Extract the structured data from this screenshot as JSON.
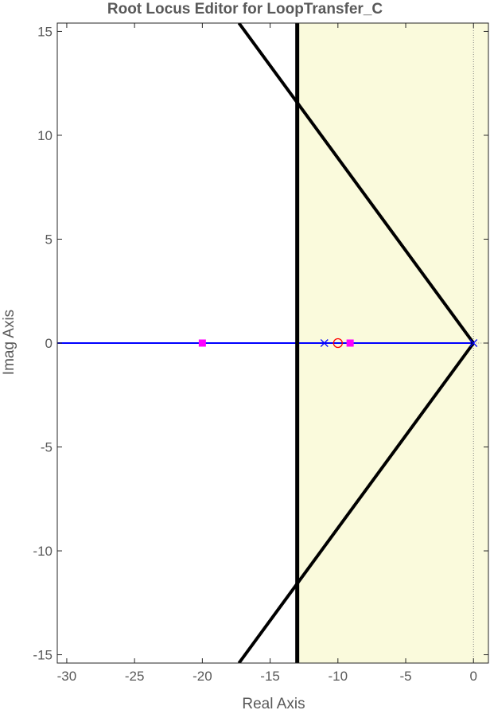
{
  "chart_data": {
    "type": "scatter",
    "title": "Root Locus Editor for LoopTransfer_C",
    "xlabel": "Real Axis",
    "ylabel": "Imag Axis",
    "xlim": [
      -30.7,
      1.1
    ],
    "ylim": [
      -15.4,
      15.4
    ],
    "xticks": [
      -30,
      -25,
      -20,
      -15,
      -10,
      -5,
      0
    ],
    "yticks": [
      15,
      10,
      5,
      0,
      -5,
      -10,
      -15
    ],
    "grid": false,
    "design_region": {
      "damping_boundary_lines": [
        {
          "from": [
            0,
            0
          ],
          "to": [
            -17.3,
            15.4
          ]
        },
        {
          "from": [
            0,
            0
          ],
          "to": [
            -17.3,
            -15.4
          ]
        }
      ],
      "settling_boundary_x": -13,
      "shaded_region_x": [
        -13,
        1.1
      ]
    },
    "locus_branches": [
      {
        "x": [
          -30.7,
          0
        ],
        "y": [
          0,
          0
        ]
      }
    ],
    "open_loop_poles": [
      {
        "x": -11,
        "y": 0
      },
      {
        "x": 0,
        "y": 0
      }
    ],
    "open_loop_zeros": [
      {
        "x": -10,
        "y": 0
      }
    ],
    "closed_loop_poles": [
      {
        "x": -20,
        "y": 0
      },
      {
        "x": -9.1,
        "y": 0
      }
    ],
    "colors": {
      "shade": "#fafadc",
      "locus": "#0000ff",
      "boundary": "#000000",
      "closed_loop_pole": "#ff00ff",
      "zero": "#ff0000"
    }
  }
}
